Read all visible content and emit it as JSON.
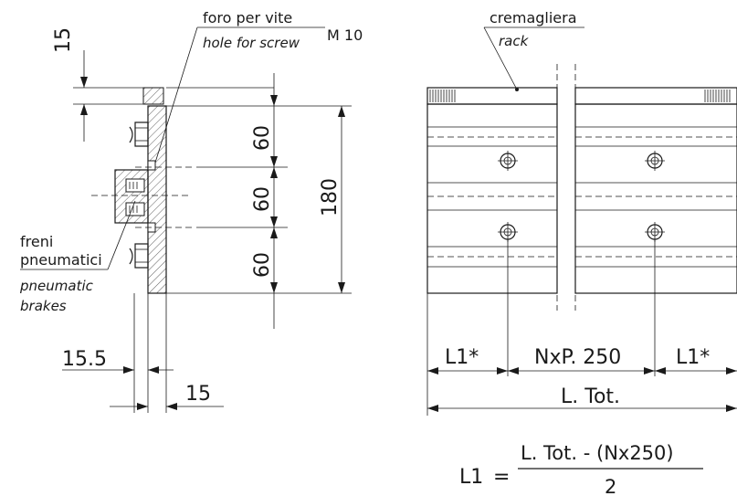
{
  "side_view": {
    "screw_label": "foro per vite",
    "screw_label_en": "hole for screw",
    "screw_size": "M 10",
    "brakes_label_line1": "freni",
    "brakes_label_line2": "pneumatici",
    "brakes_label_en_line1": "pneumatic",
    "brakes_label_en_line2": "brakes",
    "dim_top": "15",
    "dim_60_a": "60",
    "dim_60_b": "60",
    "dim_60_c": "60",
    "dim_total": "180",
    "dim_15_5": "15.5",
    "dim_15_bottom": "15"
  },
  "front_view": {
    "rack_label": "cremagliera",
    "rack_label_en": "rack",
    "dim_l1_left": "L1*",
    "dim_pitch": "NxP. 250",
    "dim_l1_right": "L1*",
    "dim_ltot": "L. Tot."
  },
  "formula": {
    "lhs": "L1",
    "equals": "=",
    "numerator": "L. Tot. - (Nx250)",
    "denominator": "2"
  }
}
